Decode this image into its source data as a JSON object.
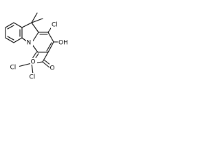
{
  "molecule": {
    "labels": {
      "chlorine_ring": "Cl",
      "hydroxyl": "OH",
      "carbonyl_ring_oxygen": "O",
      "ketone_oxygen": "O",
      "chlorine_left": "Cl",
      "chlorine_right": "Cl",
      "ring_nitrogen": "N"
    }
  },
  "colors": {
    "ink": "#000000",
    "background": "#ffffff"
  }
}
